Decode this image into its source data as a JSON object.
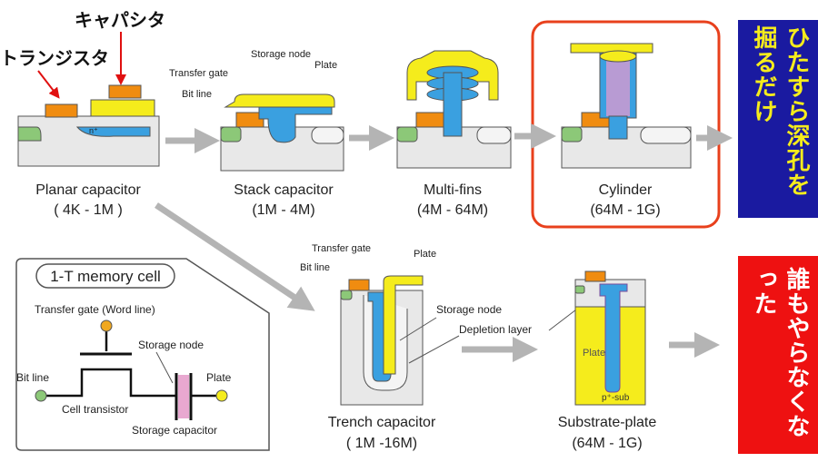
{
  "annotations": {
    "capacitor": "キャパシタ",
    "transistor": "トランジスタ"
  },
  "structures": {
    "planar": {
      "name": "Planar capacitor",
      "range": "( 4K - 1M )",
      "n_label": "n⁺"
    },
    "stack": {
      "name": "Stack capacitor",
      "range": "(1M - 4M)",
      "storage_node": "Storage node",
      "plate": "Plate",
      "transfer_gate": "Transfer gate",
      "bit_line": "Bit line"
    },
    "multifins": {
      "name": "Multi-fins",
      "range": "(4M - 64M)"
    },
    "cylinder": {
      "name": "Cylinder",
      "range": "(64M - 1G)"
    },
    "trench": {
      "name": "Trench capacitor",
      "range": "( 1M -16M)",
      "transfer_gate": "Transfer gate",
      "bit_line": "Bit line",
      "plate": "Plate",
      "storage_node": "Storage node",
      "depletion_layer": "Depletion layer"
    },
    "substrate": {
      "name": "Substrate-plate",
      "range": "(64M - 1G)",
      "plate": "Plate",
      "sub": "p⁺-sub"
    }
  },
  "memory_cell": {
    "title": "1-T memory cell",
    "transfer_gate": "Transfer gate (Word line)",
    "storage_node": "Storage node",
    "bit_line": "Bit line",
    "plate": "Plate",
    "cell_transistor": "Cell transistor",
    "storage_capacitor": "Storage capacitor"
  },
  "side_notes": {
    "top": "ひたすら深孔を掘るだけ",
    "bottom": "誰もやらなくなった"
  },
  "colors": {
    "plate": "#f5ec1c",
    "storage": "#3aa0e0",
    "gate": "#f08c10",
    "bitline": "#8cc878",
    "dielectric": "#d89ad0",
    "highlight": "#e8401c",
    "blue_box": "#1a1aa0",
    "red_box": "#ee1111",
    "arrow": "#b4b4b4"
  }
}
